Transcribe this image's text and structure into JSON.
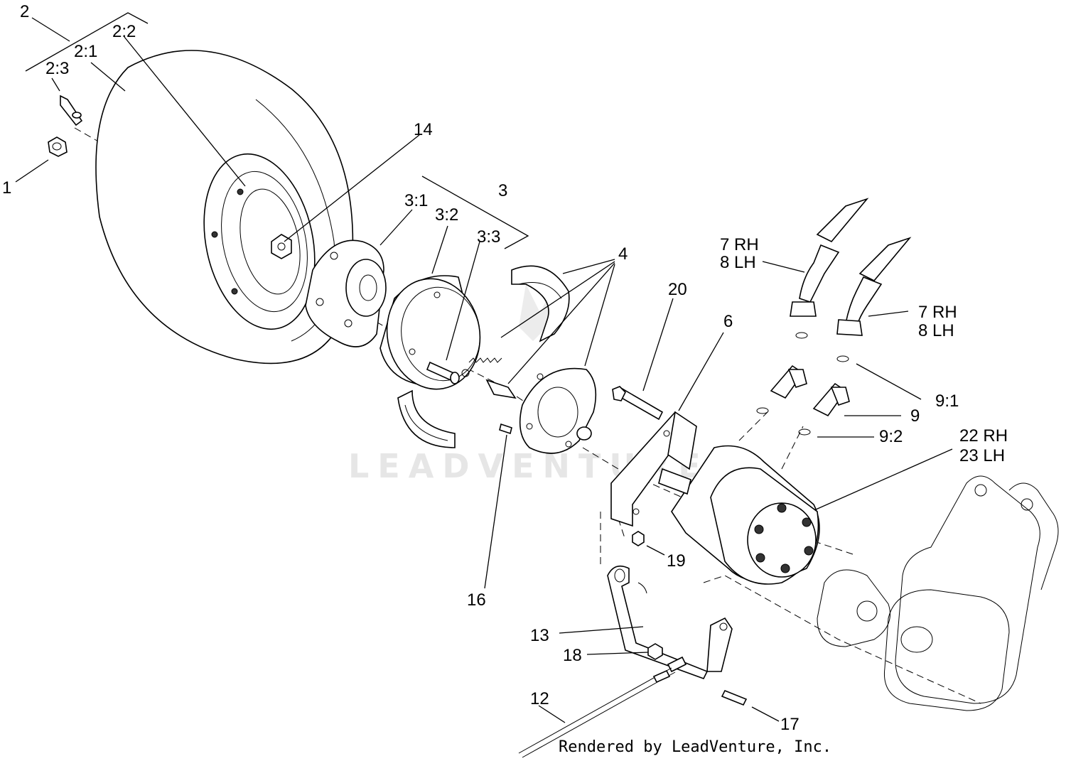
{
  "watermark": "LEADVENTURE",
  "credit": "Rendered by LeadVenture, Inc.",
  "callouts": {
    "c1": "1",
    "c2": "2",
    "c2_1": "2:1",
    "c2_2": "2:2",
    "c2_3": "2:3",
    "c3": "3",
    "c3_1": "3:1",
    "c3_2": "3:2",
    "c3_3": "3:3",
    "c4": "4",
    "c6": "6",
    "c7a_rh": "7 RH",
    "c7a_lh": "8 LH",
    "c7b_rh": "7 RH",
    "c7b_lh": "8 LH",
    "c9": "9",
    "c9_1": "9:1",
    "c9_2": "9:2",
    "c12": "12",
    "c13": "13",
    "c14": "14",
    "c16": "16",
    "c17": "17",
    "c18": "18",
    "c19": "19",
    "c20": "20",
    "c22_rh": "22 RH",
    "c22_lh": "23 LH"
  }
}
